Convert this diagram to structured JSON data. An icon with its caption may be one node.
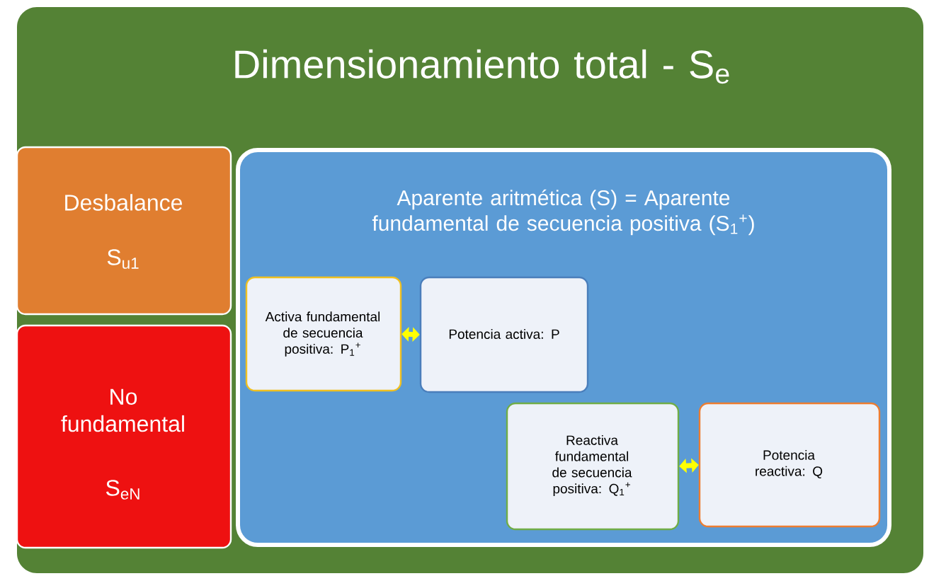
{
  "diagram": {
    "nodes": [
      {
        "text": [
          "Dimensionamiento total - S$_{e}$"
        ]
      },
      {
        "text": [
          "Desbalance",
          "S$_{u1}$"
        ],
        "in": 0
      },
      {
        "text": [
          "No fundamental",
          "S$_{eN}$"
        ],
        "in": 0
      },
      {
        "text": [
          "Aparente aritmética (S) = Aparente fundamental de secuencia positiva (S$_{1}$$^{+}$)"
        ],
        "in": 0
      },
      {
        "text": [
          "Activa fundamental de secuencia positiva: P$_{1}$$^{+}$"
        ],
        "in": 3
      },
      {
        "text": [
          "Potencia activa: P"
        ],
        "in": 3
      },
      {
        "text": [
          "Reactiva fundamental de secuencia positiva: Q$_{1}$$^{+}$"
        ],
        "in": 3
      },
      {
        "text": [
          "Potencia reactiva: Q"
        ],
        "in": 3
      }
    ],
    "edges": [
      {
        "from": 4,
        "to": 5,
        "arrow": "both"
      },
      {
        "from": 6,
        "to": 7,
        "arrow": "both"
      }
    ]
  }
}
